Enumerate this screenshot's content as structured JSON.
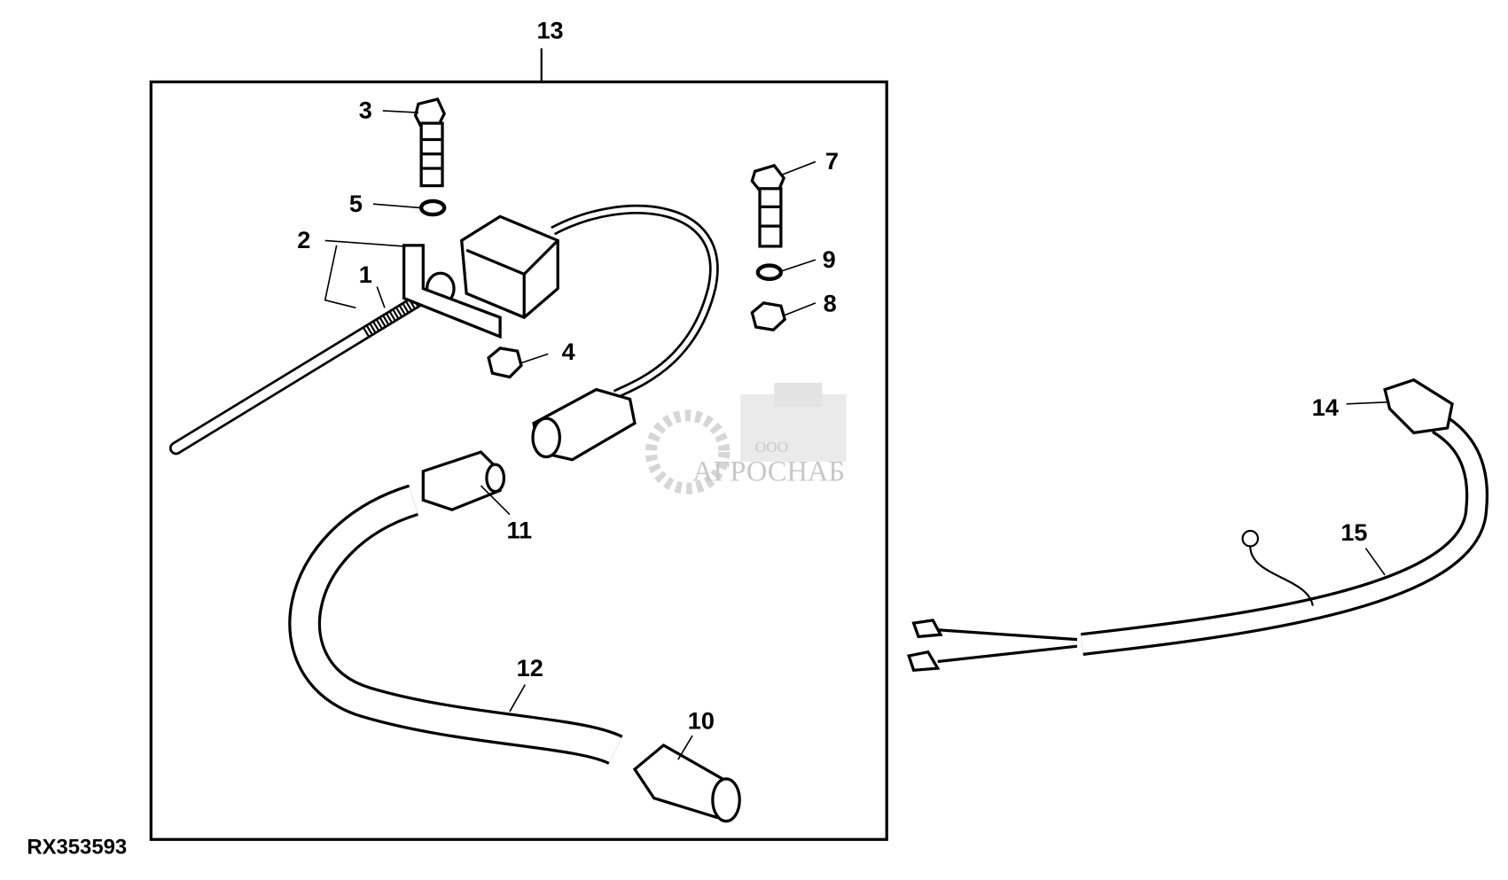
{
  "diagram": {
    "callouts": {
      "c1": "1",
      "c2": "2",
      "c3": "3",
      "c4": "4",
      "c5": "5",
      "c6": "7",
      "c7": "8",
      "c8": "9",
      "c9": "10",
      "c10": "11",
      "c11": "12",
      "c12": "13",
      "c13": "14",
      "c14": "15"
    },
    "reference_code": "RX353593",
    "watermark": {
      "prefix": "ООО",
      "name": "АГРОСНАБ"
    }
  }
}
